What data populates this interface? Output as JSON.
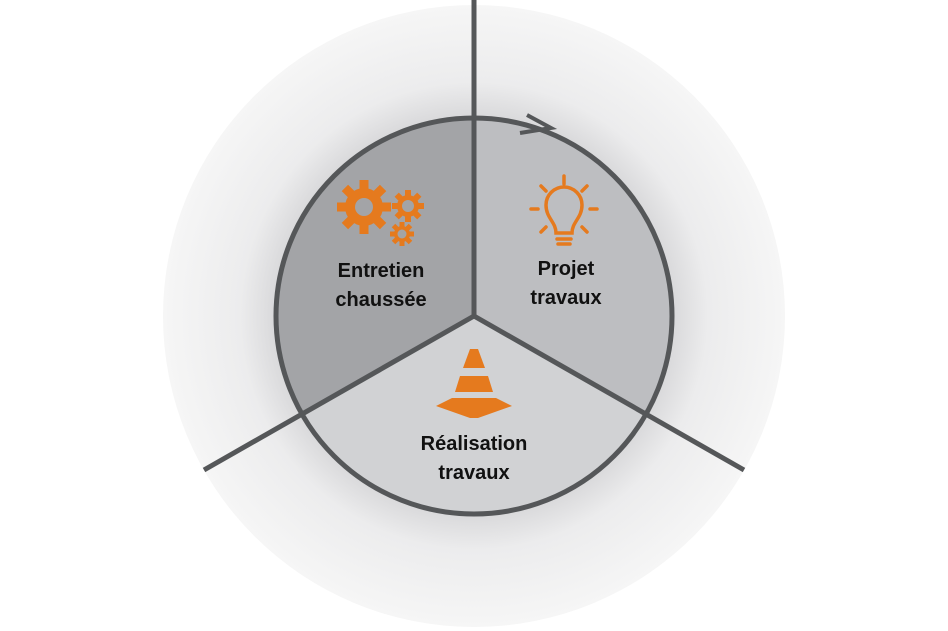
{
  "colors": {
    "orange": "#e57a1e",
    "stroke": "#555759",
    "sector_entretien": "#a3a4a7",
    "sector_projet": "#bdbec1",
    "sector_realisation": "#d1d2d4",
    "outer_ring": "#f1f1f2"
  },
  "sectors": [
    {
      "line1": "Entretien",
      "line2": "chaussée",
      "icon": "gears-icon"
    },
    {
      "line1": "Projet",
      "line2": "travaux",
      "icon": "lightbulb-icon"
    },
    {
      "line1": "Réalisation",
      "line2": "travaux",
      "icon": "traffic-cone-icon"
    }
  ]
}
